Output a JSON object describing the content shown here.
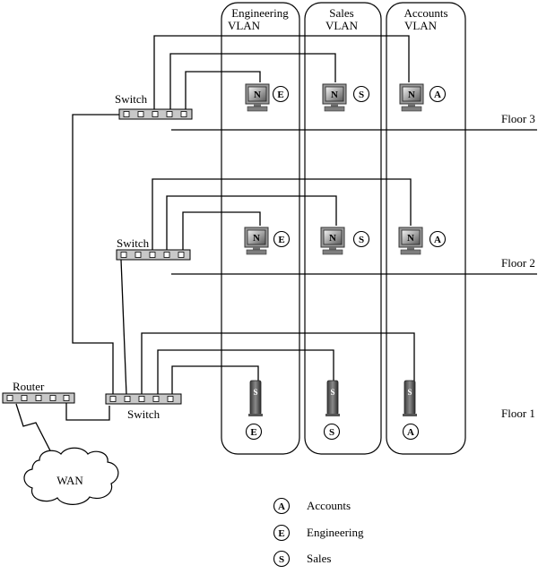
{
  "vlans": [
    {
      "line1": "Engineering",
      "line2": "VLAN"
    },
    {
      "line1": "Sales",
      "line2": "VLAN"
    },
    {
      "line1": "Accounts",
      "line2": "VLAN"
    }
  ],
  "floors": [
    "Floor 3",
    "Floor 2",
    "Floor 1"
  ],
  "labels": {
    "switch_floor3": "Switch",
    "switch_floor2": "Switch",
    "switch_floor1": "Switch",
    "router": "Router",
    "wan": "WAN"
  },
  "workstation_letter": "N",
  "server_letter": "S",
  "badges": {
    "engineering": "E",
    "sales": "S",
    "accounts": "A"
  },
  "legend": [
    {
      "letter": "A",
      "text": "Accounts"
    },
    {
      "letter": "E",
      "text": "Engineering"
    },
    {
      "letter": "S",
      "text": "Sales"
    }
  ]
}
